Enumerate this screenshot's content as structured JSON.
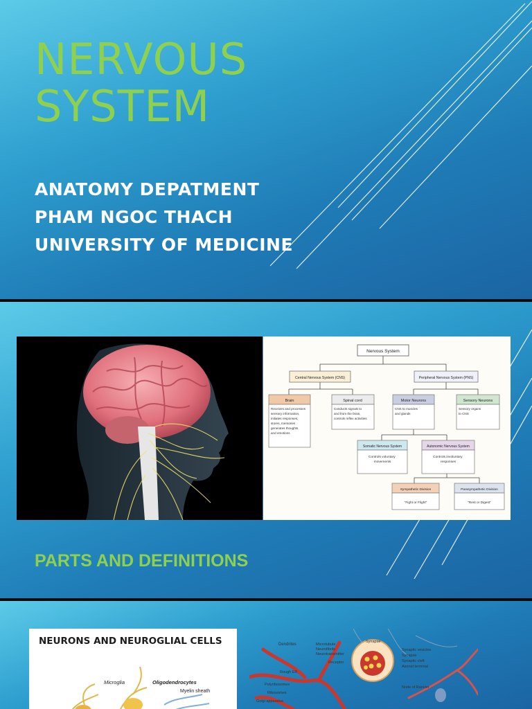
{
  "colors": {
    "accent_green": "#8fd14f",
    "slide_top": "#5ccbe8",
    "slide_bottom": "#1b64a3",
    "text_white": "#ffffff"
  },
  "slide1": {
    "title_lines": [
      "NERVOUS",
      "SYSTEM"
    ],
    "subtitle_lines": [
      "ANATOMY DEPATMENT",
      "PHAM NGOC THACH",
      "UNIVERSITY OF MEDICINE"
    ]
  },
  "slide2": {
    "title": "PARTS AND DEFINITIONS",
    "chart": {
      "root": "Nervous System",
      "cns": "Central Nervous System (CNS)",
      "pns": "Peripheral Nervous System (PNS)",
      "brain": {
        "title": "Brain",
        "lines": [
          "Receives and processes",
          "sensory information,",
          "initiates responses,",
          "stores, memories",
          "generates thoughts",
          "and emotions"
        ]
      },
      "spinal": {
        "title": "Spinal cord",
        "lines": [
          "Conducts signals to",
          "and from the brain,",
          "controls reflex activities"
        ]
      },
      "motor": {
        "title": "Motor Neurons",
        "lines": [
          "CNS to muscles",
          "and glands"
        ]
      },
      "sensory": {
        "title": "Sensory Neurons",
        "lines": [
          "Sensory organs",
          "to CNS"
        ]
      },
      "somatic": {
        "title": "Somatic Nervous System",
        "lines": [
          "Controls voluntary",
          "movements"
        ]
      },
      "autonomic": {
        "title": "Autonomic Nervous System",
        "lines": [
          "Controls involuntary",
          "responses"
        ]
      },
      "sympathetic": {
        "title": "Sympathetic Division",
        "lines": [
          "\"Fight or Flight\""
        ]
      },
      "parasympathetic": {
        "title": "Parasympathetic Division",
        "lines": [
          "\"Rest or Digest\""
        ]
      }
    }
  },
  "slide3": {
    "neuron_image_title": "NEURONS AND NEUROGLIAL CELLS",
    "neuron_labels": {
      "microglia": "Microglia",
      "oligo": "Oligodendrocytes",
      "myelin": "Myelin sheath"
    },
    "synapse_labels": {
      "dendrites": "Dendrites",
      "microtubule": "Microtubule",
      "neurofibrils": "Neurofibrils",
      "neurotransmitter": "Neurotransmitter",
      "receptor": "Receptor",
      "synapse": "Synapse",
      "synaptic_vesicles": "Synaptic vesicles",
      "synapse_detail": "Synapse",
      "synaptic_cleft": "Synaptic cleft",
      "axonal_terminal": "Axonal terminal",
      "rough_er": "Rough ER",
      "polyribosomes": "Polyribosomes",
      "ribosomes": "Ribosomes",
      "golgi": "Golgi apparatus",
      "node_ranvier": "Node of Ranvier"
    }
  }
}
